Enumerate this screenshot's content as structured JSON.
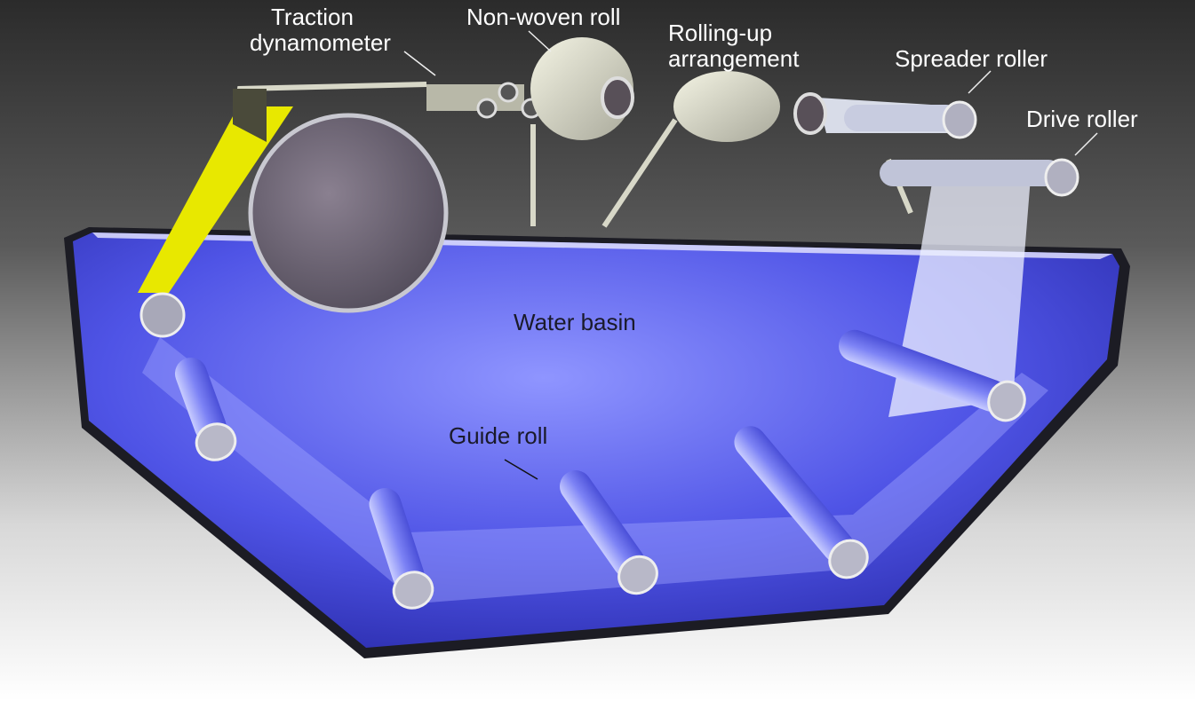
{
  "labels": {
    "traction_line1": "Traction",
    "traction_line2": "dynamometer",
    "nonwoven": "Non-woven roll",
    "rolling_line1": "Rolling-up",
    "rolling_line2": "arrangement",
    "spreader": "Spreader roller",
    "drive": "Drive roller",
    "basin": "Water basin",
    "guide": "Guide roll"
  },
  "colors": {
    "water": "#5a5ef0",
    "belt": "#f0f000",
    "background_top": "#2e2e2e",
    "background_bottom": "#ffffff"
  }
}
